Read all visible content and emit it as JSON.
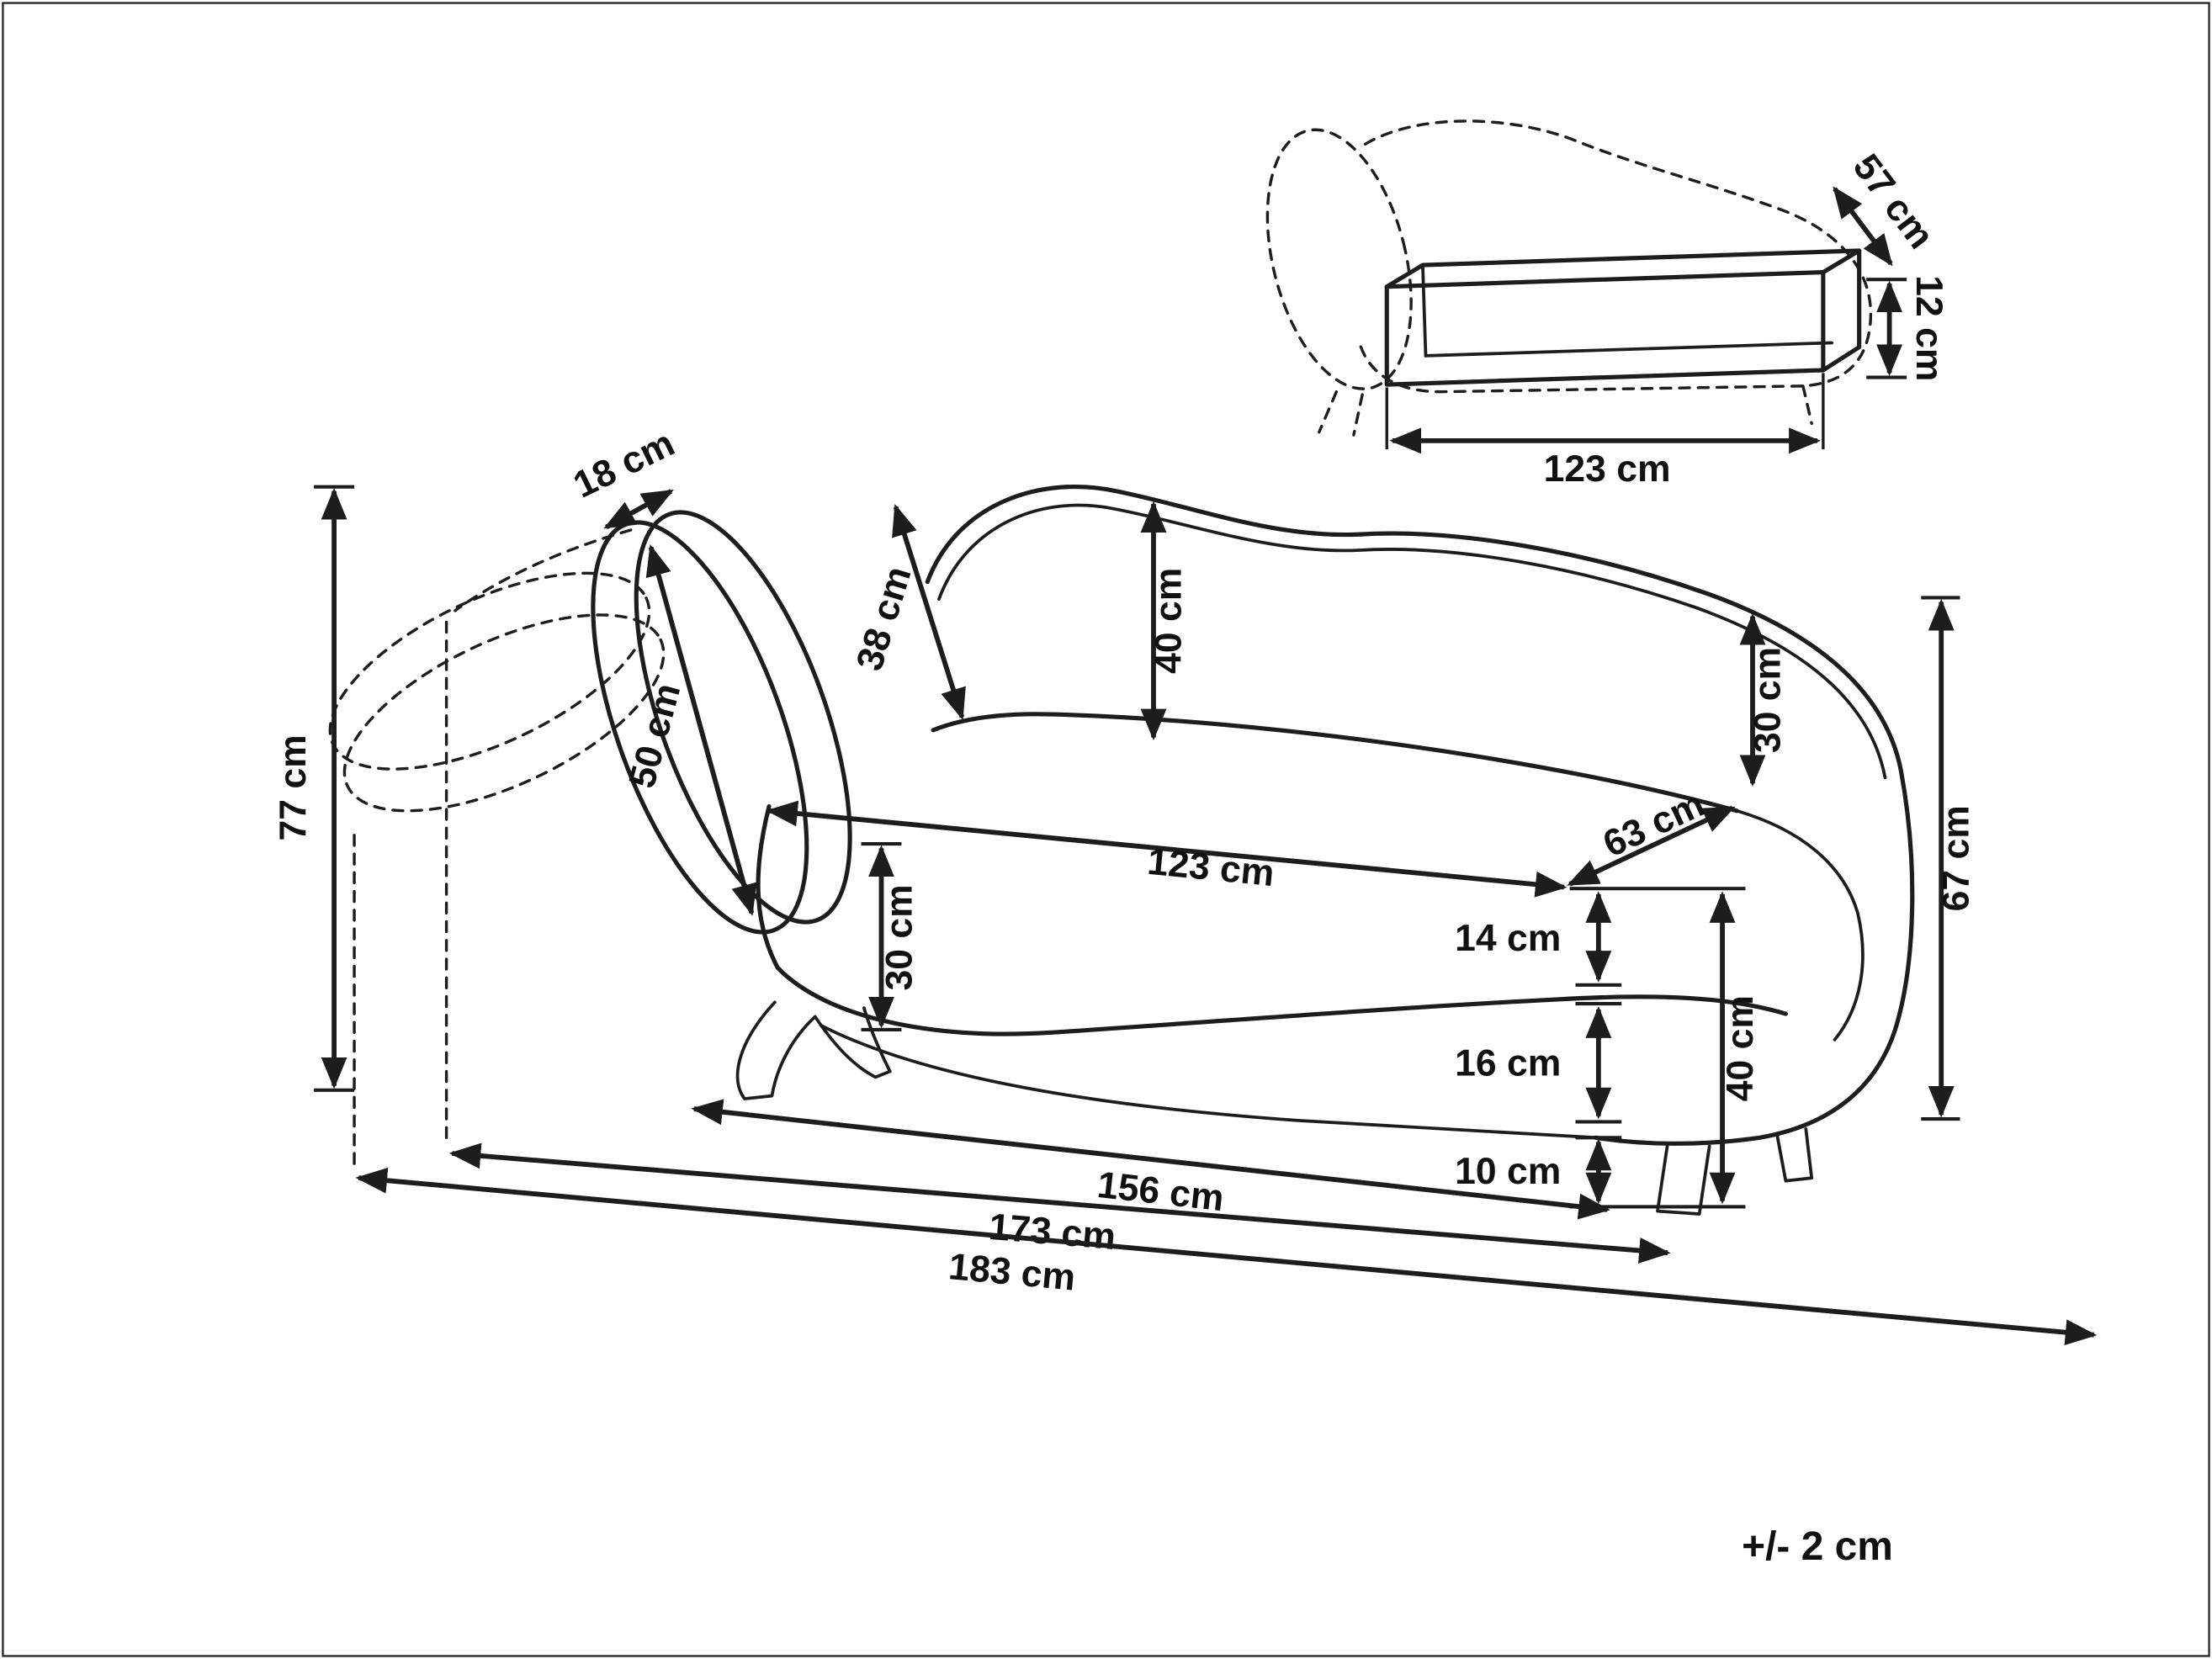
{
  "colors": {
    "line": "#1d1d1b",
    "background": "#ffffff"
  },
  "dims": {
    "pillow_thickness": "18 cm",
    "pillow_width": "38 cm",
    "pillow_length": "50 cm",
    "backrest_height": "40 cm",
    "arm_height": "30 cm",
    "total_height": "77 cm",
    "seat_length": "123 cm",
    "seat_depth": "63 cm",
    "front_height": "30 cm",
    "cushion_height": "14 cm",
    "base_height": "16 cm",
    "leg_height": "10 cm",
    "end_height": "40 cm",
    "side_height": "67 cm",
    "length_a": "156 cm",
    "length_b": "173 cm",
    "length_c": "183 cm"
  },
  "inset": {
    "depth": "57 cm",
    "height": "12 cm",
    "length": "123 cm"
  },
  "note": {
    "tolerance": "+/- 2 cm"
  }
}
